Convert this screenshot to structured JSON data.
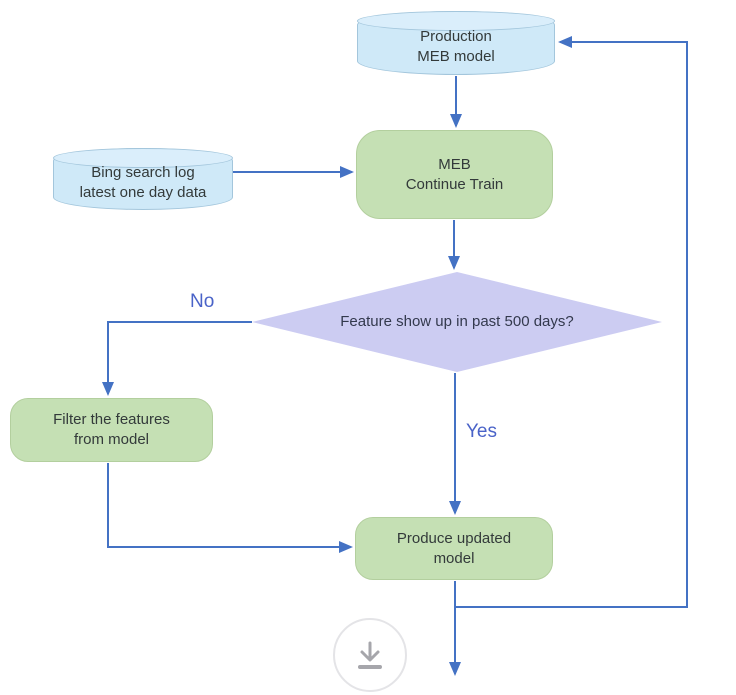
{
  "diagram": {
    "nodes": {
      "production": {
        "type": "datastore",
        "line1": "Production",
        "line2": "MEB model"
      },
      "bing_log": {
        "type": "datastore",
        "line1": "Bing search log",
        "line2": "latest one day data"
      },
      "meb_train": {
        "type": "process",
        "line1": "MEB",
        "line2": "Continue Train"
      },
      "decision": {
        "type": "decision",
        "label": "Feature show up in past 500 days?"
      },
      "filter": {
        "type": "process",
        "line1": "Filter the features",
        "line2": "from model"
      },
      "produce": {
        "type": "process",
        "line1": "Produce updated",
        "line2": "model"
      }
    },
    "labels": {
      "no": "No",
      "yes": "Yes"
    },
    "edges": [
      {
        "from": "production",
        "to": "meb_train"
      },
      {
        "from": "bing_log",
        "to": "meb_train"
      },
      {
        "from": "meb_train",
        "to": "decision"
      },
      {
        "from": "decision",
        "to": "filter",
        "label": "No"
      },
      {
        "from": "decision",
        "to": "produce",
        "label": "Yes"
      },
      {
        "from": "filter",
        "to": "produce"
      },
      {
        "from": "produce",
        "to": "output-bottom"
      },
      {
        "from": "produce",
        "to": "production"
      }
    ],
    "colors": {
      "arrow": "#4472c4",
      "branch_label": "#4a63c8",
      "datastore_fill": "#cfe9f8",
      "datastore_border": "#a3c6dc",
      "process_fill": "#c5e0b4",
      "process_border": "#b3cf9e",
      "decision_fill": "#ccccf2",
      "text": "#333333",
      "download_icon": "#a6a6ab",
      "download_circle_border": "#e4e4e7"
    },
    "icons": {
      "download": "download-arrow-icon"
    }
  }
}
